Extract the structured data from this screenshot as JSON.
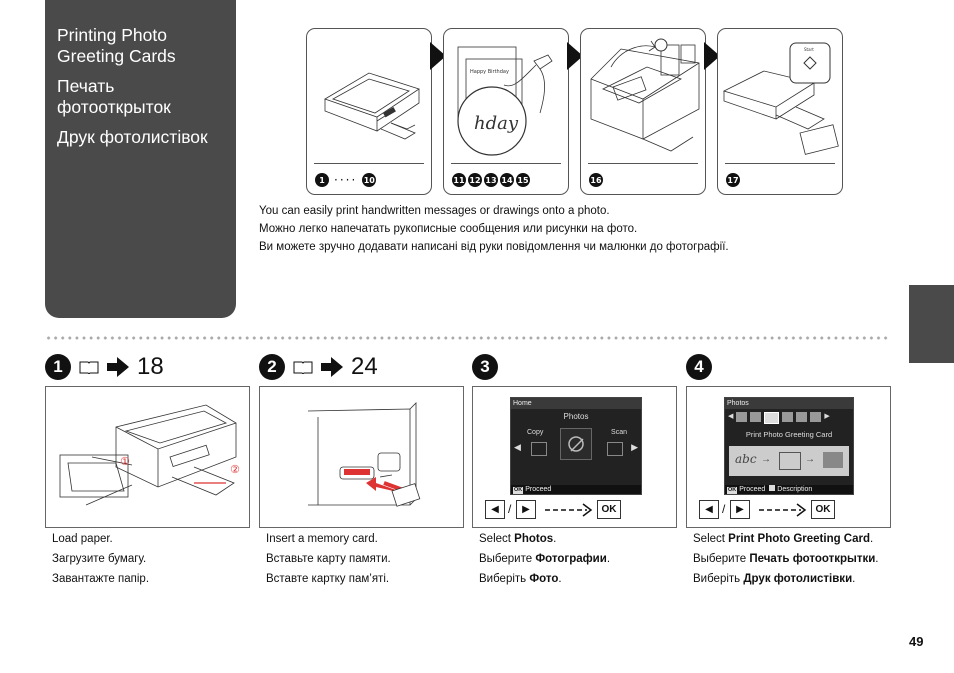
{
  "title": {
    "lines": [
      "Printing Photo",
      "Greeting Cards",
      "Печать",
      "фотооткрыток",
      "Друк фотолистівок"
    ]
  },
  "strip": {
    "steps": [
      {
        "nums": [
          "1",
          "10"
        ],
        "range": true
      },
      {
        "nums": [
          "11",
          "12",
          "13",
          "14",
          "15"
        ],
        "range": false
      },
      {
        "nums": [
          "16"
        ],
        "range": false
      },
      {
        "nums": [
          "17"
        ],
        "range": false
      }
    ],
    "drawing_text": "Happy Birthday",
    "drawing_letters": "hday",
    "start_label": "Start"
  },
  "intro": [
    "You can easily print handwritten messages or drawings onto a photo.",
    "Можно легко напечатать рукописные сообщения или рисунки на фото.",
    "Ви можете зручно додавати написані від руки повідомлення чи малюнки до фотографії."
  ],
  "steps": [
    {
      "num": "1",
      "ref": "18",
      "panel": {
        "label1": "①",
        "label2": "②"
      },
      "captions": [
        {
          "pre": "Load paper.",
          "bold": "",
          "post": ""
        },
        {
          "pre": "Загрузите бумагу.",
          "bold": "",
          "post": ""
        },
        {
          "pre": "Завантажте папір.",
          "bold": "",
          "post": ""
        }
      ]
    },
    {
      "num": "2",
      "ref": "24",
      "captions": [
        {
          "pre": "Insert a memory card.",
          "bold": "",
          "post": ""
        },
        {
          "pre": "Вставьте карту памяти.",
          "bold": "",
          "post": ""
        },
        {
          "pre": "Вставте картку пам’яті.",
          "bold": "",
          "post": ""
        }
      ]
    },
    {
      "num": "3",
      "lcd": {
        "top": "Home",
        "title": "Photos",
        "left": "Copy",
        "right": "Scan",
        "ok": "OK",
        "bottom": "Proceed"
      },
      "controls": {
        "slash": "/",
        "ok": "OK"
      },
      "captions": [
        {
          "pre": "Select ",
          "bold": "Photos",
          "post": "."
        },
        {
          "pre": "Выберите ",
          "bold": "Фотографии",
          "post": "."
        },
        {
          "pre": "Виберіть ",
          "bold": "Фото",
          "post": "."
        }
      ]
    },
    {
      "num": "4",
      "lcd": {
        "top": "Photos",
        "title": "Print Photo Greeting Card",
        "ok": "OK",
        "bottom": "Proceed",
        "bottom2": "Description",
        "sample": "abc"
      },
      "controls": {
        "slash": "/",
        "ok": "OK"
      },
      "captions": [
        {
          "pre": "Select ",
          "bold": "Print Photo Greeting Card",
          "post": "."
        },
        {
          "pre": "Выберите ",
          "bold": "Печать фотооткрытки",
          "post": "."
        },
        {
          "pre": "Виберіть ",
          "bold": "Друк фотолистівки",
          "post": "."
        }
      ]
    }
  ],
  "page_number": "49",
  "colors": {
    "panel": "#4a4a4a",
    "text": "#111111",
    "lcd": "#222222"
  }
}
